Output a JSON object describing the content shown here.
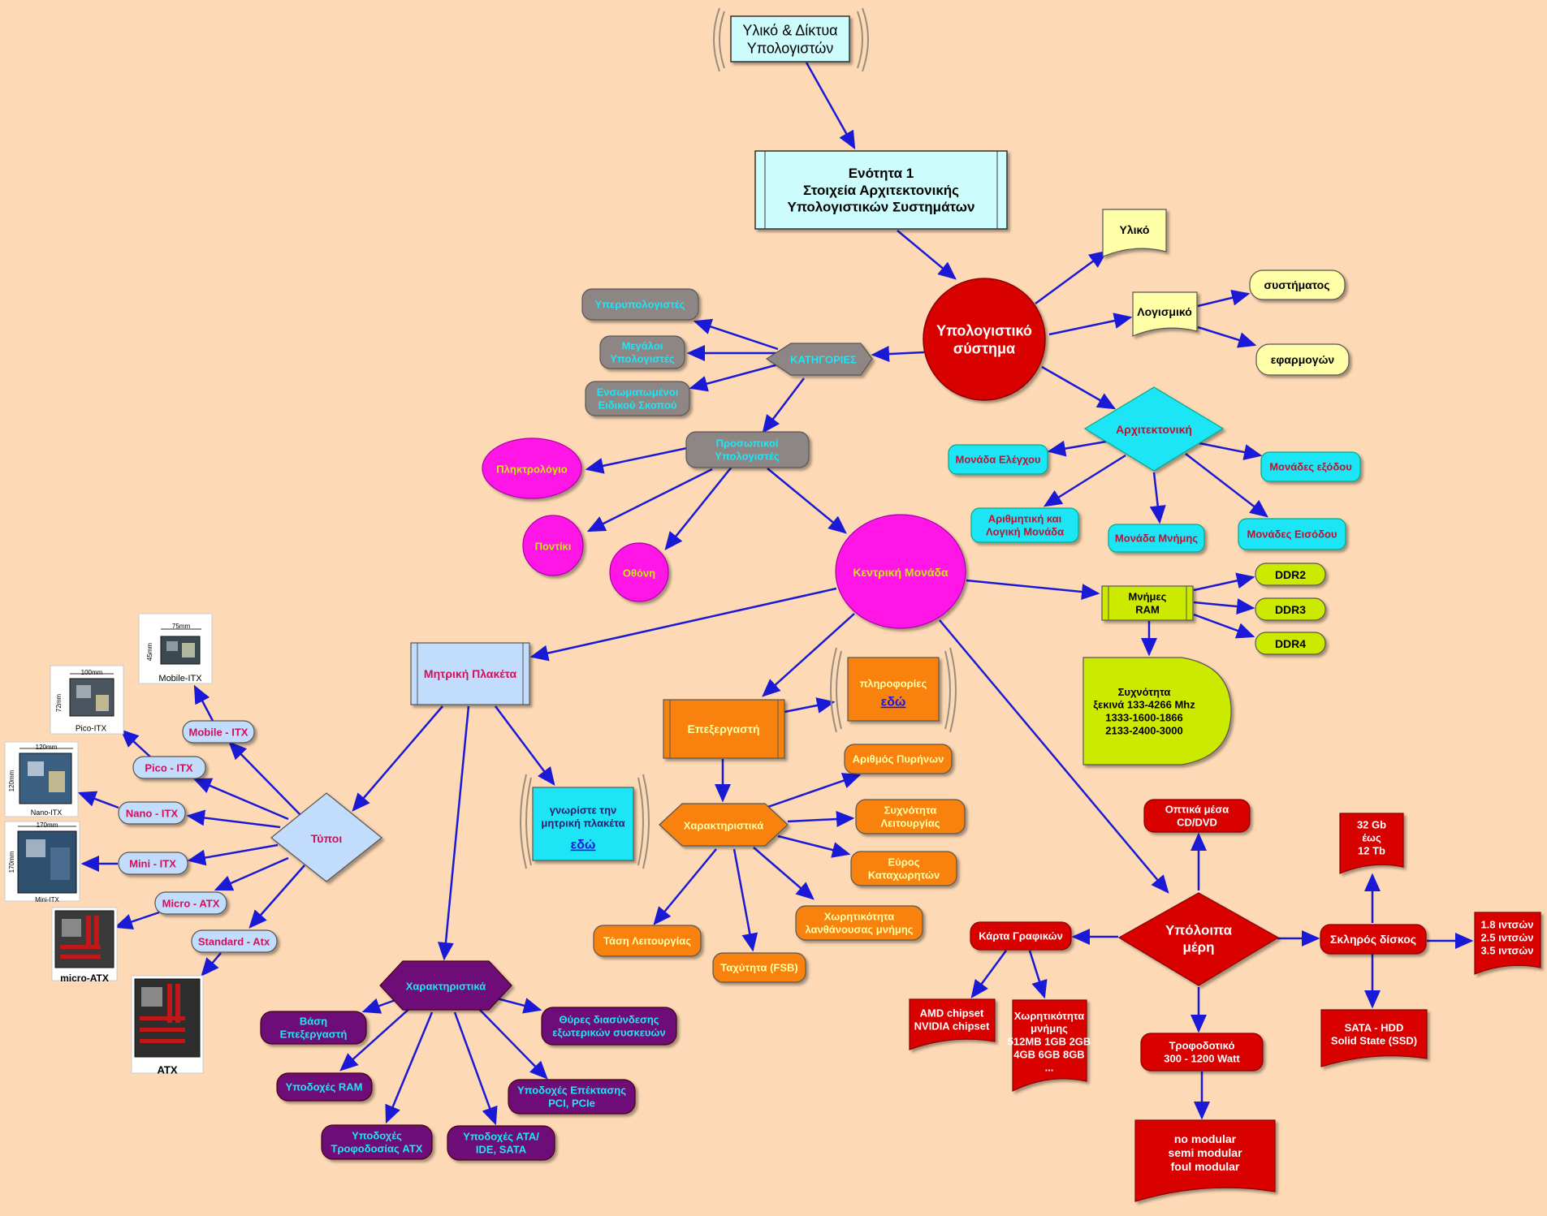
{
  "colors": {
    "background": "#fdd9b5",
    "arrow": "#1a1ad6",
    "title_box": "#ccfcfc",
    "red": "#d90000",
    "yellow": "#ffffa8",
    "cyan": "#1ee6f6",
    "gray": "#8e8585",
    "magenta": "#ff14e6",
    "lime": "#ccea06",
    "orange": "#f88208",
    "lightblue": "#c2dcfb",
    "purple": "#6e0f78"
  },
  "nodes": {
    "root": "Υλικό & Δίκτυα\nΥπολογιστών",
    "unit1": "Ενότητα 1\nΣτοιχεία Αρχιτεκτονικής\nΥπολογιστικών Συστημάτων",
    "system": "Υπολογιστικό\nσύστημα",
    "hardware": "Υλικό",
    "software": "Λογισμικό",
    "software_system": "συστήματος",
    "software_apps": "εφαρμογών",
    "architecture": "Αρχιτεκτονική",
    "control_unit": "Μονάδα Ελέγχου",
    "alu": "Αριθμητική και\nΛογική Μονάδα",
    "memory_unit": "Μονάδα Μνήμης",
    "input_units": "Μονάδες Εισόδου",
    "output_units": "Μονάδες εξόδου",
    "categories": "ΚΑΤΗΓΟΡΙΕΣ",
    "supercomputers": "Υπερυπολογιστές",
    "mainframes": "Μεγάλοι\nΥπολογιστές",
    "embedded": "Ενσωματωμένοι\nΕιδικού Σκοπού",
    "personal": "Προσωπικοί\nΥπολογιστές",
    "keyboard": "Πληκτρολόγιο",
    "mouse": "Ποντίκι",
    "monitor": "Οθόνη",
    "central_unit": "Κεντρική Μονάδα",
    "ram": "Μνήμες\nRAM",
    "ddr2": "DDR2",
    "ddr3": "DDR3",
    "ddr4": "DDR4",
    "ram_freq": "Συχνότητα\nξεκινά 133-4266 Mhz\n1333-1600-1866\n2133-2400-3000",
    "motherboard": "Μητρική Πλακέτα",
    "cpu": "Επεξεργαστή",
    "cpu_info": "πληροφορίες",
    "cpu_info_link": "εδώ",
    "mb_info": "γνωρίστε την\nμητρική πλακέτα",
    "mb_info_link": "εδώ",
    "cpu_features": "Χαρακτηριστικά",
    "cores": "Αριθμός Πυρήνων",
    "op_freq": "Συχνότητα\nΛειτουργίας",
    "address_range": "Εύρος\nΚαταχωρητών",
    "cache": "Χωρητικότητα\nλανθάνουσας μνήμης",
    "fsb": "Ταχύτητα (FSB)",
    "voltage": "Τάση Λειτουργίας",
    "types": "Τύποι",
    "mobile_itx": "Mobile - ITX",
    "pico_itx": "Pico - ITX",
    "nano_itx": "Nano - ITX",
    "mini_itx": "Mini - ITX",
    "micro_atx": "Micro - ATX",
    "standard_atx": "Standard - Atx",
    "mb_features": "Χαρακτηριστικά",
    "cpu_socket": "Βάση\nΕπεξεργαστή",
    "ram_slots": "Υποδοχές RAM",
    "power_slots": "Υποδοχές\nΤροφοδοσίας ATX",
    "ata_slots": "Υποδοχές ATA/\nIDE, SATA",
    "expansion_slots": "Υποδοχές Επέκτασης\nPCI, PCIe",
    "ports": "Θύρες διασύνδεσης\nεξωτερικών συσκευών",
    "other_parts": "Υπόλοιπα\nμέρη",
    "optical": "Οπτικά μέσα\nCD/DVD",
    "graphics": "Κάρτα Γραφικών",
    "chipsets": "AMD chipset\nNVIDIA chipset",
    "vram": "Χωρητικότητα\nμνήμης\n512MB 1GB 2GB\n4GB 6GB 8GB\n...",
    "psu": "Τροφοδοτικό\n300 - 1200 Watt",
    "psu_types": "no modular\nsemi modular\nfoul modular",
    "hdd": "Σκληρός δίσκος",
    "hdd_capacity": "32 Gb\nέως\n12 Tb",
    "hdd_sizes": "1.8 ιντσών\n2.5 ιντσών\n3.5 ιντσών",
    "hdd_types": "SATA - HDD\nSolid State (SSD)"
  },
  "images": {
    "mobile_itx": {
      "caption": "Mobile-ITX",
      "width_label": "75mm",
      "height_label": "45mm"
    },
    "pico_itx": {
      "caption": "Pico-ITX",
      "width_label": "100mm",
      "height_label": "72mm"
    },
    "nano_itx": {
      "caption": "Nano-ITX",
      "width_label": "120mm",
      "height_label": "120mm"
    },
    "mini_itx": {
      "caption": "Mini-ITX",
      "width_label": "170mm",
      "height_label": "170mm"
    },
    "micro_atx": {
      "caption": "micro-ATX"
    },
    "atx": {
      "caption": "ATX"
    }
  }
}
